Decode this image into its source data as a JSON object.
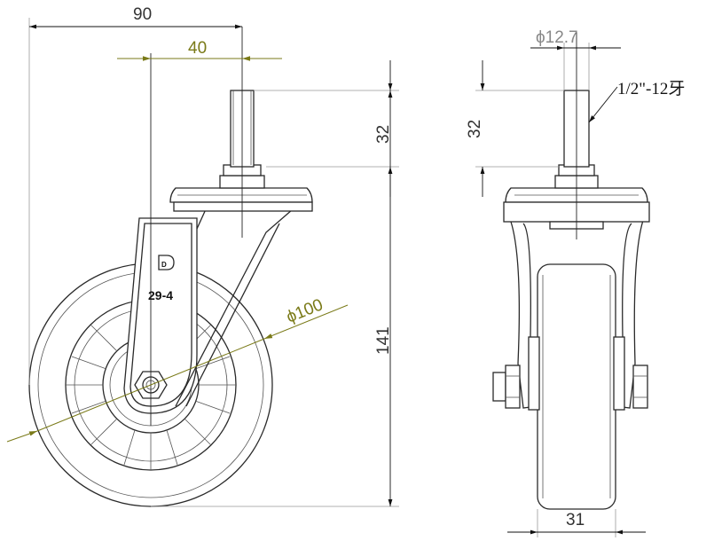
{
  "drawing": {
    "part_marking": "29-4",
    "logo_letter": "D",
    "dimensions": {
      "overall_width": "90",
      "offset": "40",
      "stem_length_side": "32",
      "overall_height": "141",
      "wheel_diameter": "ϕ100",
      "stem_diameter": "ϕ12.7",
      "stem_length_front": "32",
      "thread_spec": "1/2\"-12牙",
      "wheel_width": "31"
    }
  }
}
